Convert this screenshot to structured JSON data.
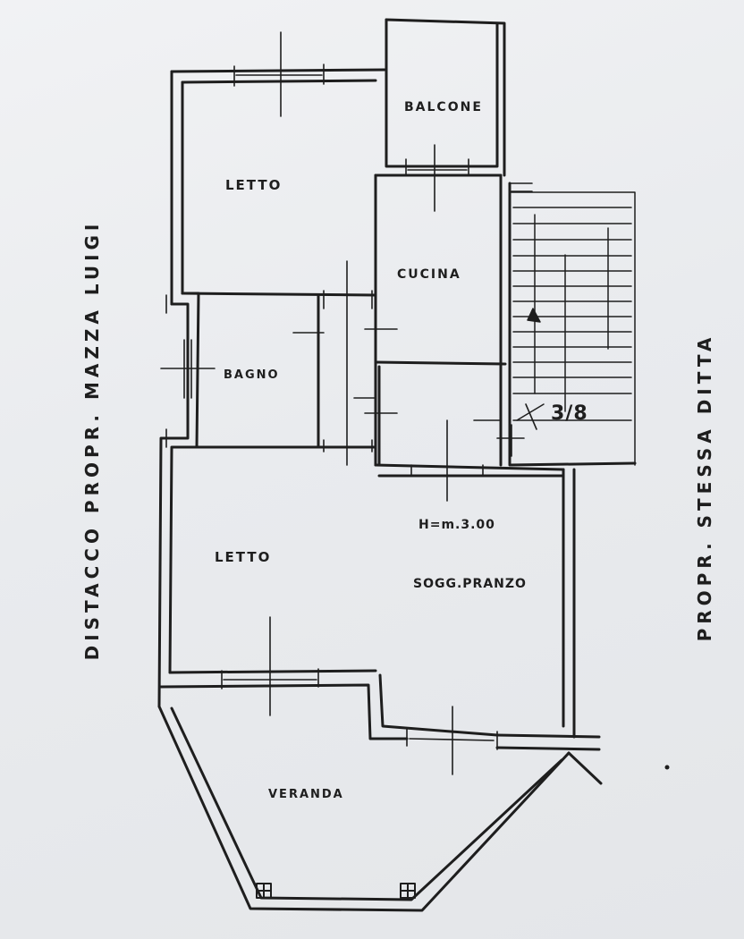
{
  "rooms": {
    "letto_top": "LETTO",
    "balcone": "BALCONE",
    "cucina": "CUCINA",
    "bagno": "BAGNO",
    "letto_bottom": "LETTO",
    "height_note": "H=m.3.00",
    "soggiorno": "SOGG.PRANZO",
    "veranda": "VERANDA"
  },
  "stair_label": "3/8",
  "margin_notes": {
    "left": "DISTACCO PROPR. MAZZA LUIGI",
    "right": "PROPR. STESSA DITTA"
  },
  "colors": {
    "ink": "#1e1e1e",
    "paper": "#eceef0"
  }
}
